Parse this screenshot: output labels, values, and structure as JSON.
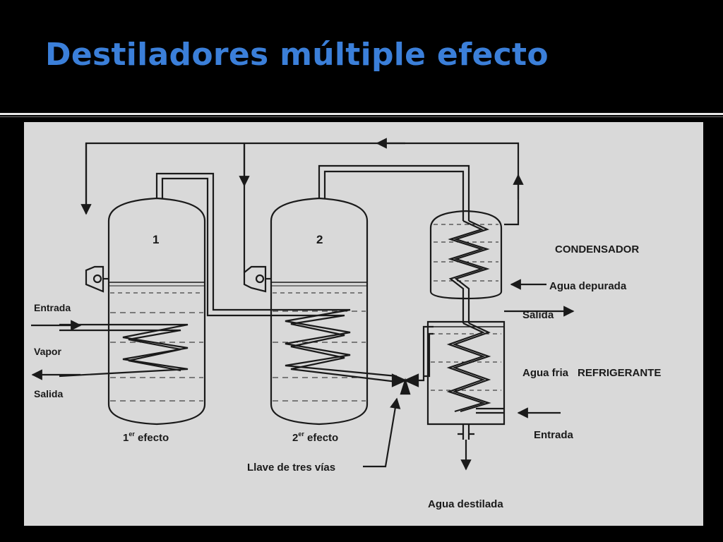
{
  "slide": {
    "title": "Destiladores múltiple efecto"
  },
  "diagram": {
    "vessel_1": {
      "number": "1",
      "caption_main": "1",
      "caption_sup": "er",
      "caption_rest": " efecto"
    },
    "vessel_2": {
      "number": "2",
      "caption_main": "2",
      "caption_sup": "er",
      "caption_rest": " efecto"
    },
    "left_labels": {
      "entrada": "Entrada",
      "vapor": "Vapor",
      "salida": "Salida"
    },
    "condensador": "CONDENSADOR",
    "agua_depurada": "Agua depurada",
    "salida_right": "Salida",
    "agua_fria": "Agua fria",
    "refrigerante": "REFRIGERANTE",
    "entrada_right": "Entrada",
    "llave": "Llave de tres vías",
    "agua_destilada": "Agua destilada"
  },
  "colors": {
    "title": "#3b7fd9",
    "background": "#000000",
    "figure_bg": "#d9d9d9",
    "ink": "#1a1a1a"
  }
}
